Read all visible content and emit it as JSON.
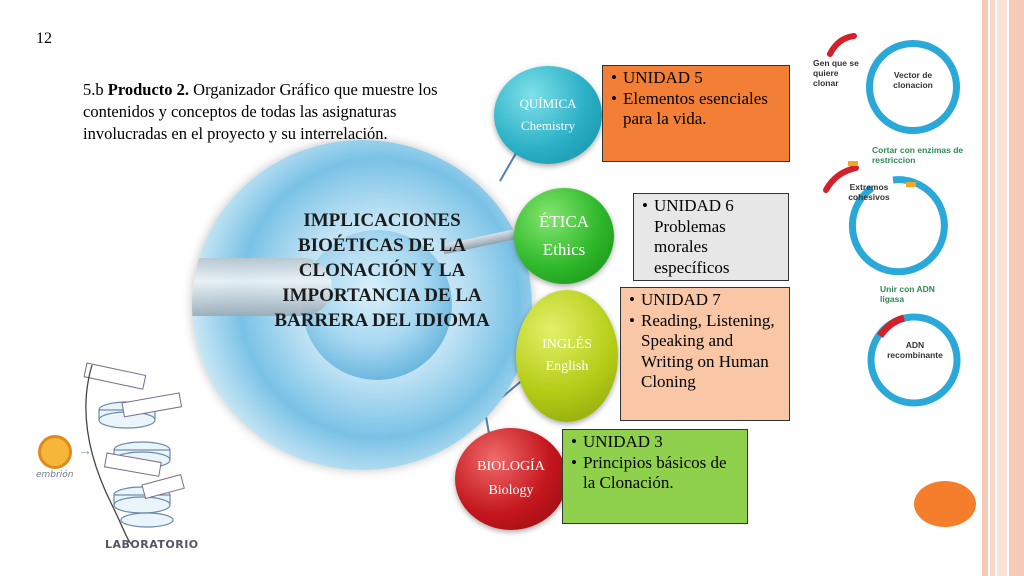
{
  "slide": {
    "number": "12",
    "instruction": {
      "prefix": "5.b ",
      "bold": "Producto 2.",
      "rest": " Organizador Gráfico que muestre los contenidos y conceptos de todas las asignaturas involucradas en el proyecto y su interrelación."
    },
    "center_title": "IMPLICACIONES BIOÉTICAS DE LA CLONACIÓN Y LA IMPORTANCIA DE LA BARRERA DEL IDIOMA"
  },
  "subjects": [
    {
      "id": "quimica",
      "name": "QUÍMICA",
      "name_en": "Chemistry",
      "color": "#2bb0c6",
      "items": [
        "UNIDAD 5",
        "Elementos esenciales para la vida."
      ],
      "box_color": "#f27f35"
    },
    {
      "id": "etica",
      "name": "ÉTICA",
      "name_en": "Ethics",
      "color": "#2eb82a",
      "items": [
        "UNIDAD 6 Problemas morales específicos"
      ],
      "box_color": "#e7e7e7"
    },
    {
      "id": "ingles",
      "name": "INGLÉS",
      "name_en": "English",
      "color": "#b5cc16",
      "items": [
        "UNIDAD 7",
        "Reading, Listening, Speaking and Writing on Human Cloning"
      ],
      "box_color": "#f9c7a6"
    },
    {
      "id": "biologia",
      "name": "BIOLOGÍA",
      "name_en": "Biology",
      "color": "#c3161c",
      "items": [
        "UNIDAD 3",
        "Principios básicos de la Clonación."
      ],
      "box_color": "#8fd04c"
    }
  ],
  "lab_illustration": {
    "embryo_label": "embrión",
    "lab_label": "LABORATORIO"
  },
  "cloning_diagram": {
    "gene_label": "Gen que se quiere clonar",
    "vector_label": "Vector de clonacion",
    "cut_label": "Cortar con enzimas de restriccion",
    "ends_label": "Extremos cohesivos",
    "ligase_label": "Unir con ADN ligasa",
    "result_label": "ADN recombinante"
  }
}
